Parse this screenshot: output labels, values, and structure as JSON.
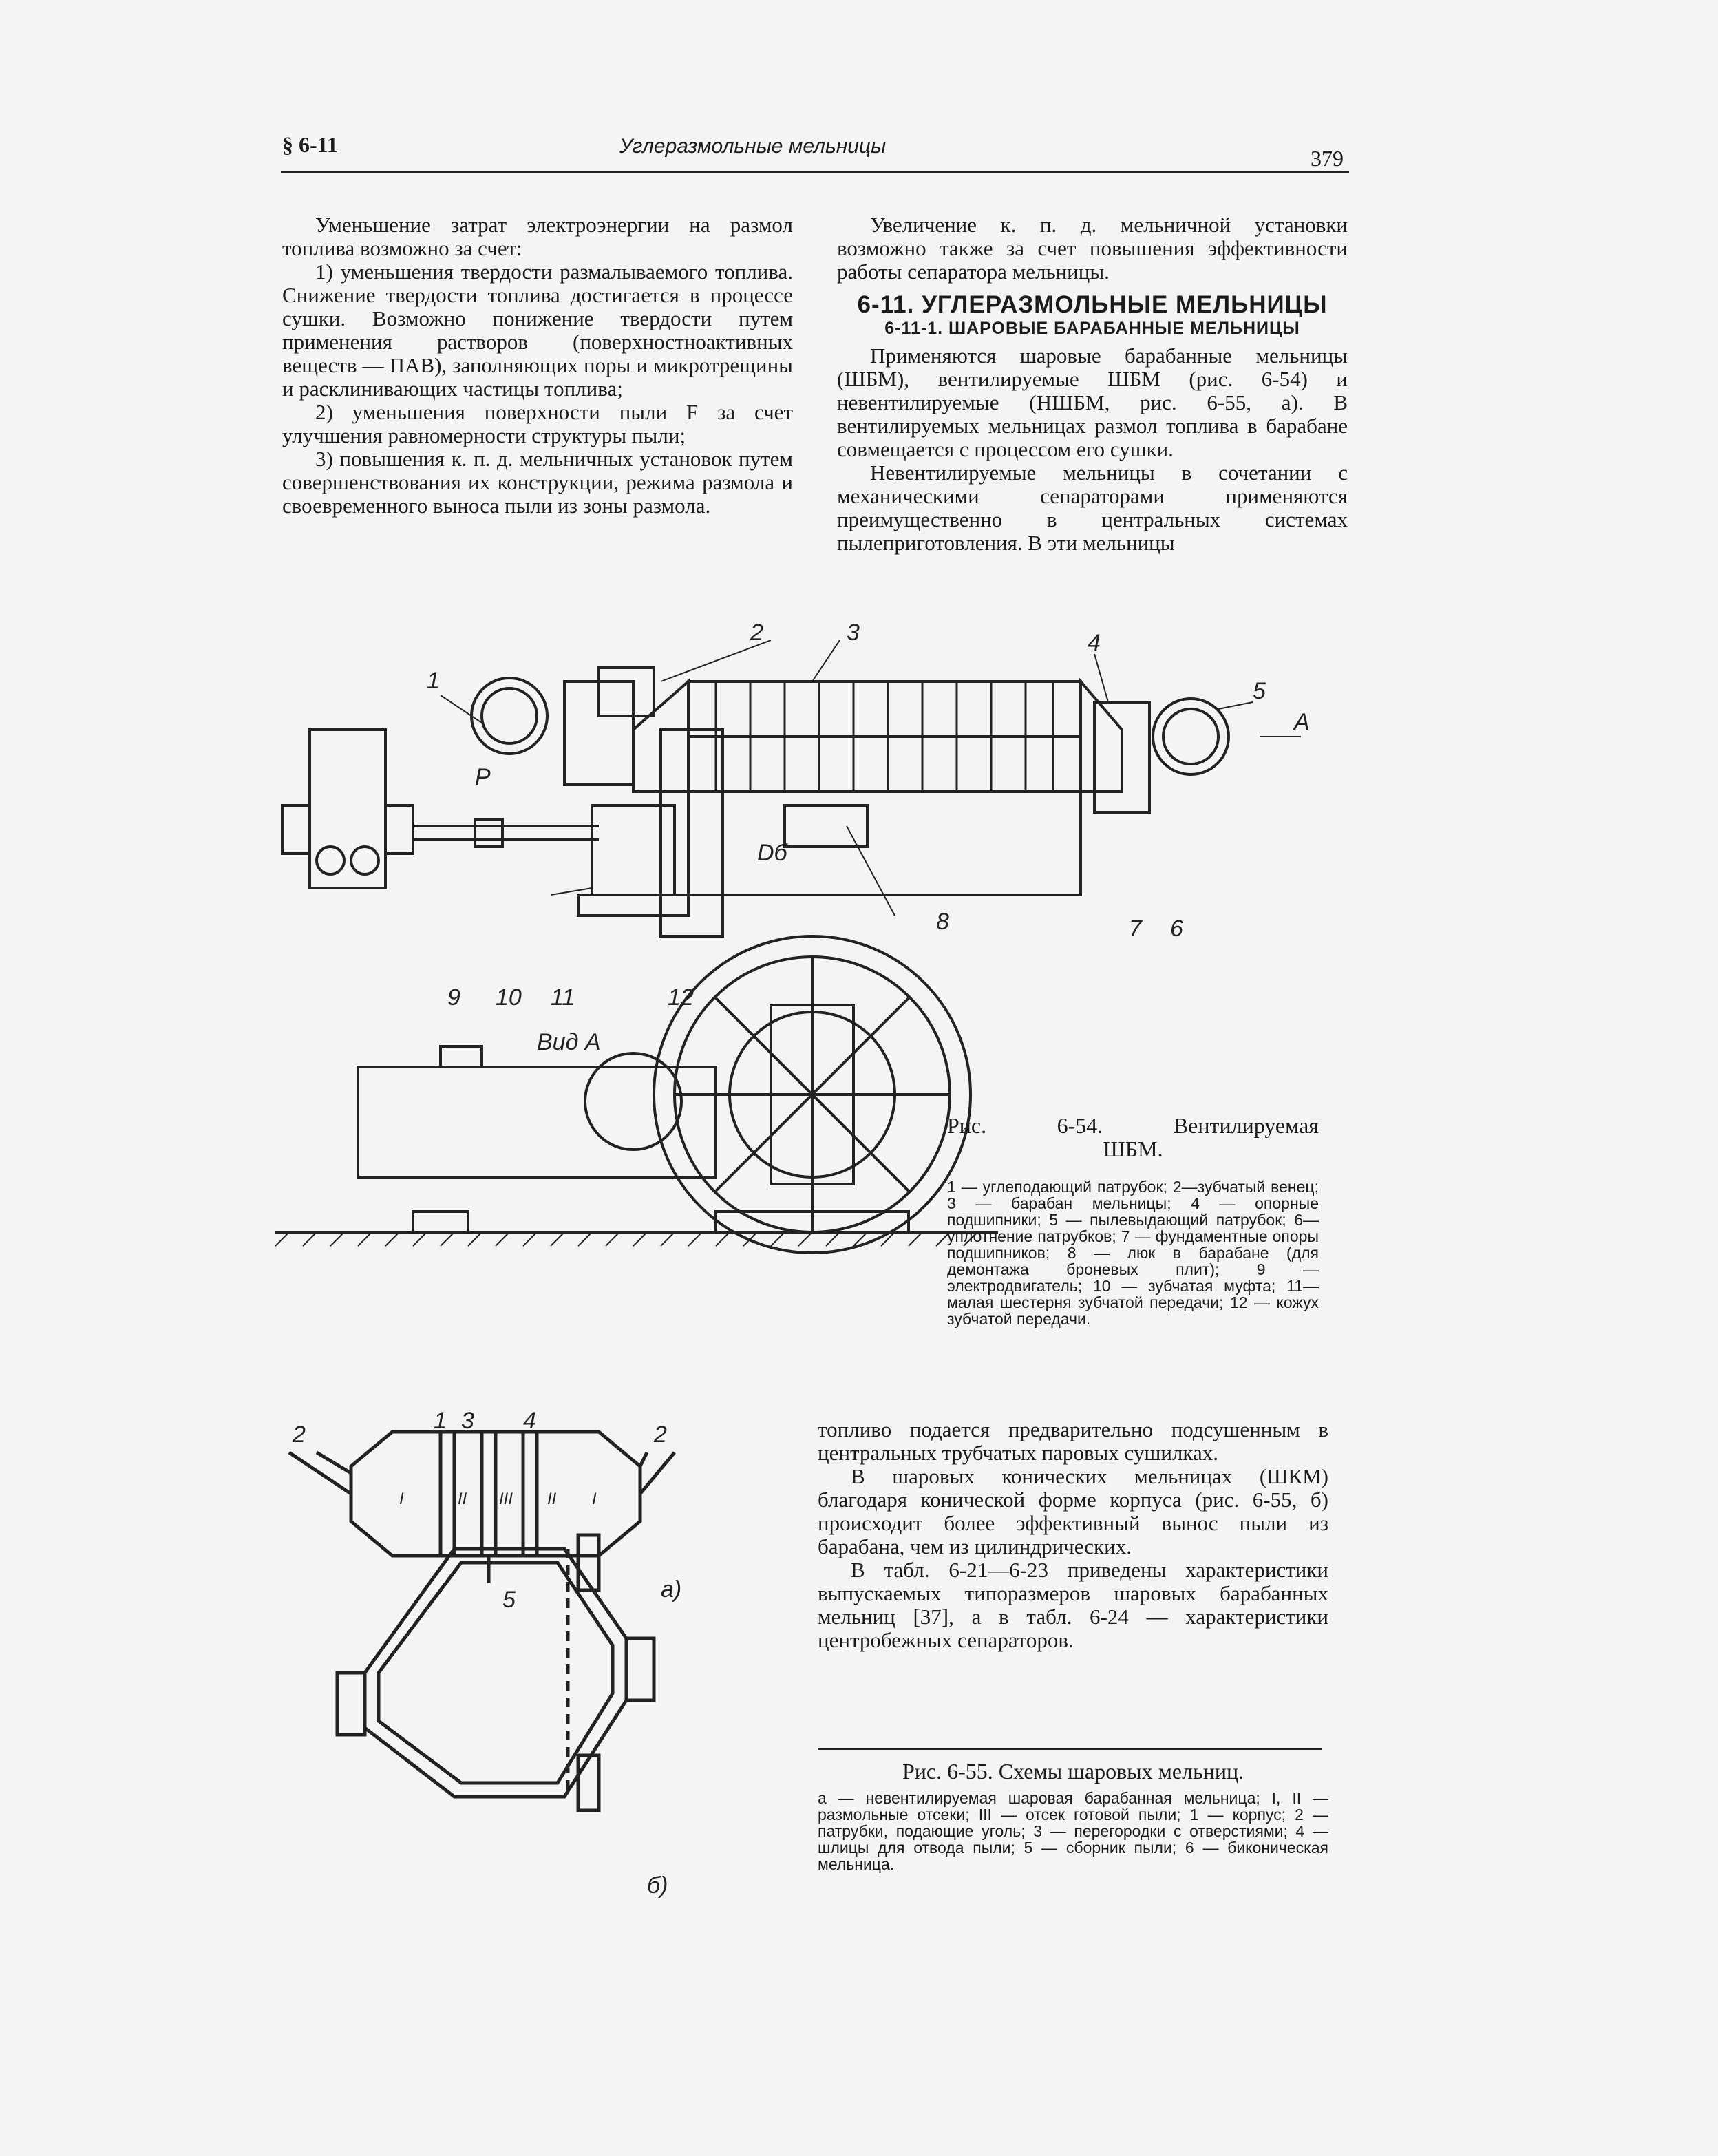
{
  "header": {
    "section": "§ 6-11",
    "title": "Углеразмольные мельницы",
    "page_number": "379"
  },
  "left_column": {
    "intro": "Уменьшение затрат электроэнергии на размол топлива возможно за счет:",
    "item1": "1) уменьшения твердости размалываемого топлива. Снижение твердости топлива достигается в процессе сушки. Возможно понижение твердости путем применения растворов (поверхностноактивных веществ — ПАВ), заполняющих поры и микротрещины и расклинивающих частицы топлива;",
    "item2": "2) уменьшения поверхности пыли F за счет улучшения равномерности структуры пыли;",
    "item3": "3) повышения к. п. д. мельничных установок путем совершенствования их конструкции, режима размола и своевременного выноса пыли из зоны размола."
  },
  "right_column": {
    "para1": "Увеличение к. п. д. мельничной установки возможно также за счет повышения эффективности работы сепаратора мельницы.",
    "heading": "6-11. УГЛЕРАЗМОЛЬНЫЕ МЕЛЬНИЦЫ",
    "subheading": "6-11-1. ШАРОВЫЕ БАРАБАННЫЕ МЕЛЬНИЦЫ",
    "para2": "Применяются шаровые барабанные мельницы (ШБМ), вентилируемые ШБМ (рис. 6-54) и невентилируемые (НШБМ, рис. 6-55, а). В вентилируемых мельницах размол топлива в барабане совмещается с процессом его сушки.",
    "para3": "Невентилируемые мельницы в сочетании с механическими сепараторами применяются преимущественно в центральных системах пылеприготовления. В эти мельницы"
  },
  "lower_right": {
    "para1": "топливо подается предварительно подсушенным в центральных трубчатых паровых сушилках.",
    "para2": "В шаровых конических мельницах (ШКМ) благодаря конической форме корпуса (рис. 6-55, б) происходит более эффективный вынос пыли из барабана, чем из цилиндрических.",
    "para3": "В табл. 6-21—6-23 приведены характеристики выпускаемых типоразмеров шаровых барабанных мельниц [37], а в табл. 6-24 — характеристики центробежных сепараторов."
  },
  "figure_654": {
    "title_line1": "Рис. 6-54. Вентилируемая",
    "title_line2": "ШБМ.",
    "legend": "1 — углеподающий патрубок; 2—зубчатый венец; 3 — барабан мельницы; 4 — опорные подшипники; 5 — пылевыдающий патрубок; 6—уплотнение патрубков; 7 — фундаментные опоры подшипников; 8 — люк в барабане (для демонтажа броневых плит); 9 — электродвигатель; 10 — зубчатая муфта; 11— малая шестерня зубчатой передачи; 12 — кожух зубчатой передачи.",
    "view_label": "Вид А",
    "labels": [
      "1",
      "2",
      "3",
      "4",
      "5",
      "6",
      "7",
      "8",
      "9",
      "10",
      "11",
      "12",
      "А",
      "P",
      "Dб"
    ]
  },
  "figure_655": {
    "title": "Рис. 6-55. Схемы шаровых мельниц.",
    "legend": "а — невентилируемая шаровая барабанная мельница; I, II — размольные отсеки; III — отсек готовой пыли; 1 — корпус; 2 — патрубки, подающие уголь; 3 — перегородки с отверстиями; 4 — шлицы для отвода пыли; 5 — сборник пыли; 6 — биконическая мельница.",
    "label_a": "а)",
    "label_b": "б)",
    "labels": [
      "2",
      "1",
      "3",
      "4",
      "2",
      "5",
      "I",
      "II",
      "III",
      "II",
      "I"
    ]
  }
}
